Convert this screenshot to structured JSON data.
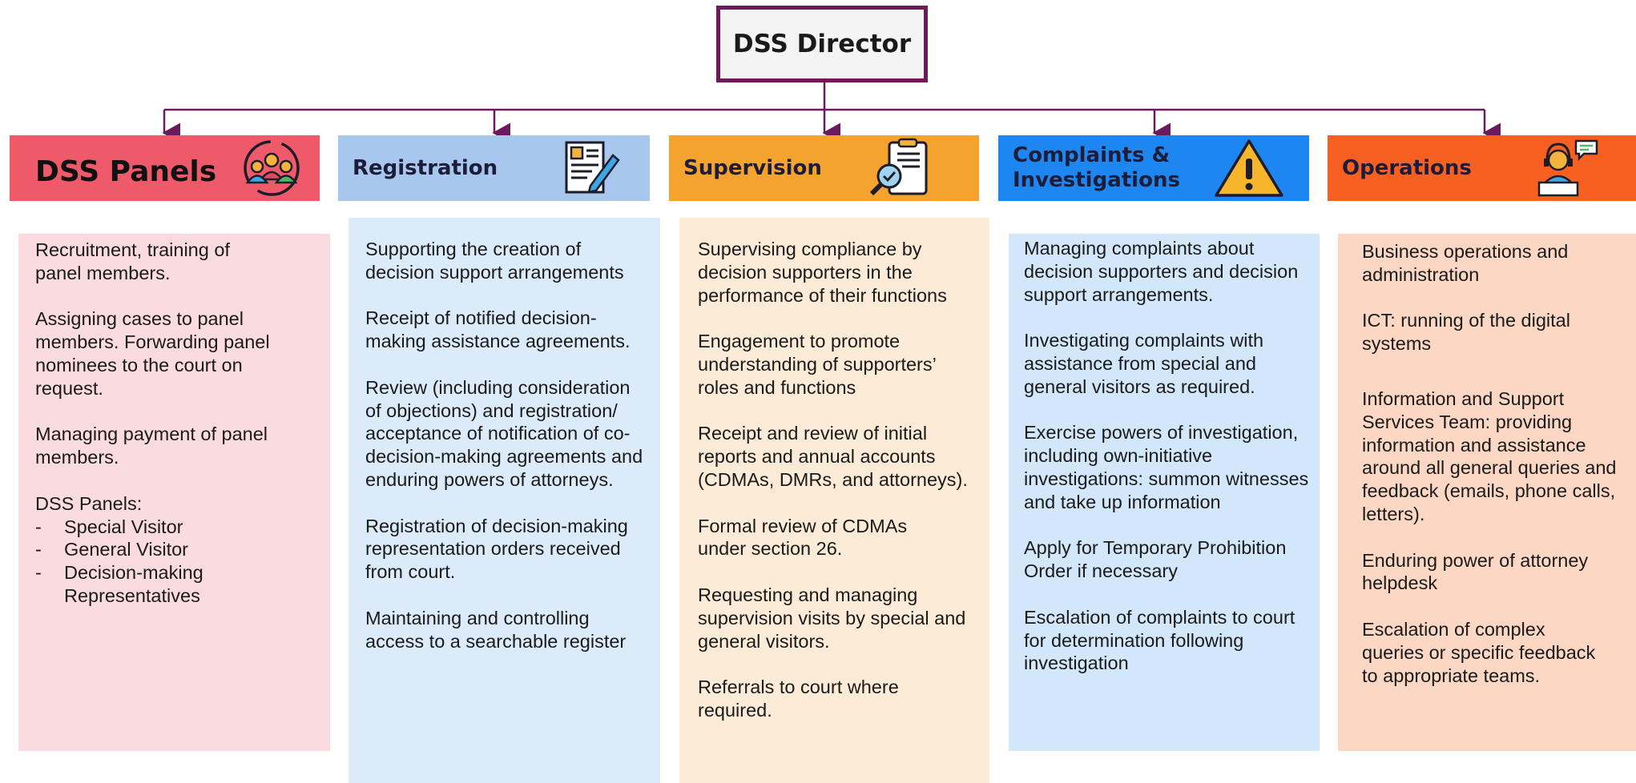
{
  "director": {
    "label": "DSS Director"
  },
  "colors": {
    "connector": "#6b1a5c",
    "panels": "#ef5a6a",
    "registration": "#a8c7ee",
    "supervision": "#f5a32f",
    "complaints": "#1e86f0",
    "operations": "#f86022"
  },
  "columns": [
    {
      "title": "DSS Panels",
      "icon": "group-cycle-icon",
      "items": [
        "Recruitment, training of panel members.",
        "Assigning cases to panel members. Forwarding panel nominees to the court on request.",
        "Managing payment of panel members."
      ],
      "list_heading": "DSS Panels:",
      "list_items": [
        "Special Visitor",
        "General Visitor",
        "Decision-making Representatives"
      ]
    },
    {
      "title": "Registration",
      "icon": "document-pen-icon",
      "items": [
        "Supporting the creation of decision support arrangements",
        "Receipt of notified decision-making assistance agreements.",
        "Review (including consideration of objections) and registration/ acceptance of notification of co-decision-making agreements and enduring powers of attorneys.",
        "Registration of decision-making representation orders received from court.",
        "Maintaining and controlling access to a searchable register"
      ]
    },
    {
      "title": "Supervision",
      "icon": "clipboard-magnifier-icon",
      "items": [
        "Supervising compliance by decision supporters in the performance of their functions",
        "Engagement to promote understanding of supporters’ roles and functions",
        "Receipt and review of initial reports and annual accounts (CDMAs, DMRs, and attorneys).",
        "Formal review of CDMAs under section 26.",
        "Requesting and managing supervision visits by special and general visitors.",
        "Referrals to court where required."
      ]
    },
    {
      "title": "Complaints & Investigations",
      "icon": "warning-triangle-icon",
      "items": [
        "Managing complaints about decision supporters  and decision support arrangements.",
        "Investigating complaints with assistance from special and general visitors as required.",
        "Exercise powers of investigation, including own-initiative investigations: summon witnesses and take up information",
        "Apply for Temporary Prohibition Order if necessary",
        "Escalation of complaints to court for determination following investigation"
      ]
    },
    {
      "title": "Operations",
      "icon": "support-agent-icon",
      "items": [
        "Business operations and administration",
        "ICT: running of the digital systems",
        "Information and Support Services Team: providing information and assistance around all general queries and feedback (emails, phone calls, letters).",
        "Enduring power of attorney helpdesk",
        "Escalation of complex queries or specific feedback to appropriate teams."
      ]
    }
  ]
}
